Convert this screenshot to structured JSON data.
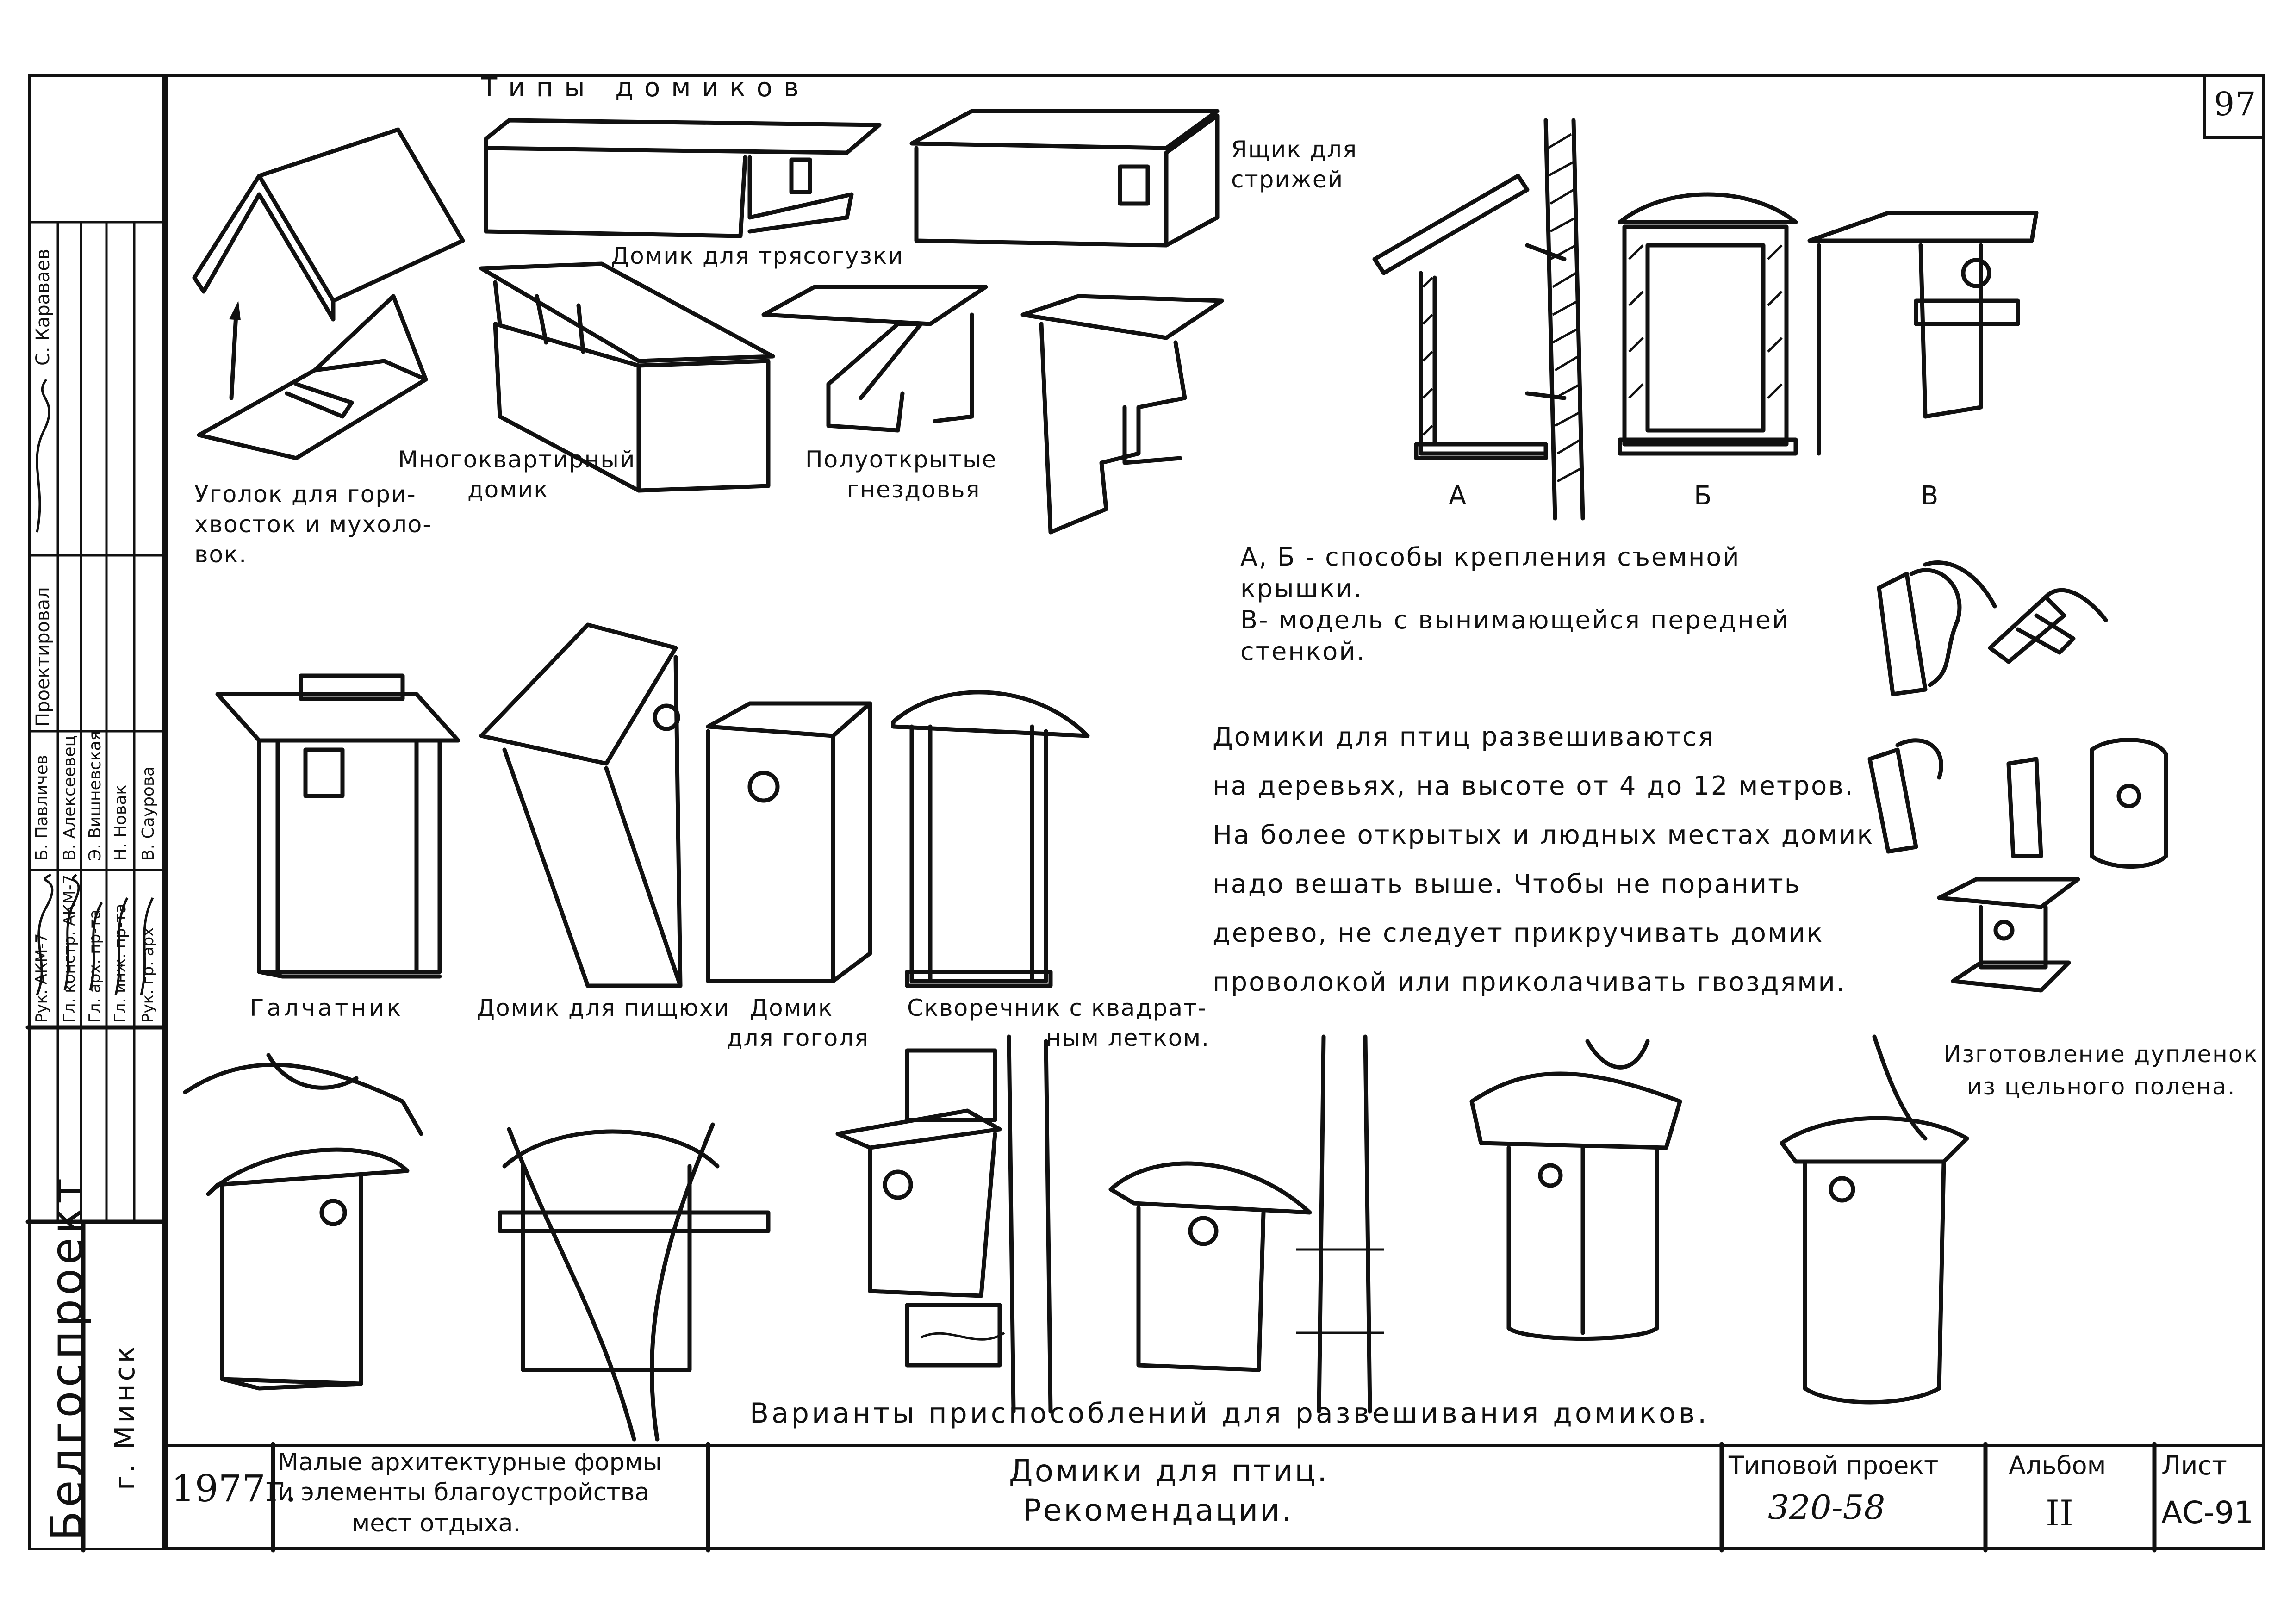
{
  "sheet_number": "97",
  "section_title": "Типы домиков",
  "labels": {
    "swift_box": [
      "Ящик для",
      "стрижей"
    ],
    "wagtail_house": "Домик для трясогузки",
    "redstart_corner": [
      "Уголок для гори-",
      "хвосток и мухоло-",
      "вок."
    ],
    "multi_apartment": [
      "Многоквартирный",
      "домик"
    ],
    "half_open": [
      "Полуоткрытые",
      "гнездовья"
    ],
    "fig_a": "А",
    "fig_b": "Б",
    "fig_c": "В",
    "jackdaw": "Галчатник",
    "pika_house": "Домик для пищюхи",
    "goldeneye_house": [
      "Домик",
      "для гоголя"
    ],
    "starling_house": [
      "Скворечник с квадрат-",
      "ным летком."
    ],
    "hanging_variants": "Варианты приспособлений для развешивания домиков.",
    "hollow_log": [
      "Изготовление дупленок",
      "из цельного полена."
    ]
  },
  "notes": [
    "А, Б -  способы крепления съемной",
    "            крышки.",
    "    В-   модель с вынимающейся передней",
    "            стенкой."
  ],
  "paragraph": [
    "Домики для птиц развешиваются",
    "на деревьях, на высоте от 4 до 12 метров.",
    "На более открытых и людных местах домик",
    "надо вешать выше. Чтобы не поранить",
    "дерево, не следует прикручивать домик",
    "проволокой или приколачивать гвоздями."
  ],
  "side_stamp": {
    "org": "Белгоспроект",
    "city": "г. Минск",
    "roles": [
      "Рук. гр. арх",
      "Гл. инж. пр-та",
      "Гл. арх. пр-та",
      "Гл. констр. АКМ-7",
      "Рук. АКМ-7",
      "Проектировал"
    ],
    "names": [
      "В. Саурова",
      "Н. Новак",
      "Э. Вишневская",
      "В. Алексеевец",
      "Б. Павличев",
      "С. Караваев"
    ]
  },
  "title_block": {
    "year": "1977г.",
    "series": [
      "Малые архитектурные формы",
      "и элементы благоустройства",
      "мест отдыха."
    ],
    "title": [
      "Домики для птиц.",
      "Рекомендации."
    ],
    "project_label": "Типовой проект",
    "project_number": "320-58",
    "album_label": "Альбом",
    "album_number": "II",
    "sheet_label": "Лист",
    "sheet_code": "АС-91"
  }
}
